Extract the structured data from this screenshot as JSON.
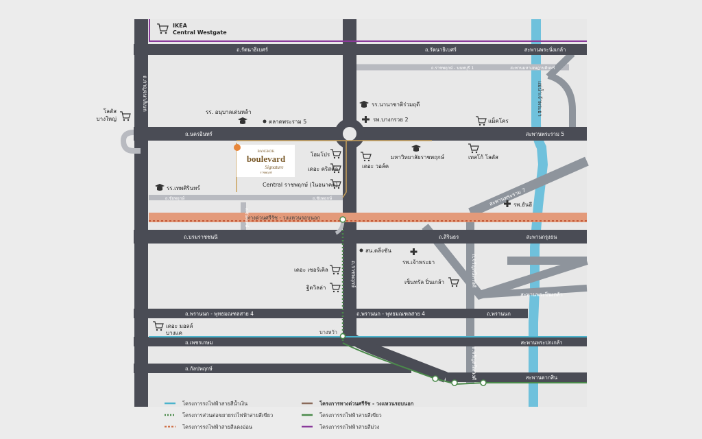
{
  "roads": {
    "ratanathibet_w": "ถ.รัตนาธิเบศร์",
    "ratanathibet_e": "ถ.รัตนาธิเบศร์",
    "bridge_phra_nang_klao": "สะพานพระนั่งเกล้า",
    "ratchaphruek_nonthaburi": "ถ.ราชพฤกษ์ - นนทบุรี 1",
    "bridge_maha_chetsadabodin": "สะพานมหาเจษฎาบดินทร์",
    "kanchanaphisek": "ถ.กาญจนาภิเษก",
    "nakhon_in": "ถ.นครอินทร์",
    "bridge_rama5": "สะพานพระราม 5",
    "chaiyaphruek_1": "ถ.ชัยพฤกษ์",
    "chaiyaphruek_2": "ถ.ชัยพฤกษ์",
    "bridge_rama7": "สะพานพระราม 7",
    "chaophraya": "แม่น้ำเจ้าพระยา",
    "borommaratchachonnani": "ถ.บรมราชชนนี",
    "sirindhorn": "ถ.สิรินธร",
    "bridge_krungthon": "สะพานกรุงธน",
    "ratchaphruek": "ถ.ราชพฤกษ์",
    "charansanitwong": "ถ.จรัญสนิทวงศ์",
    "bridge_pinklao": "สะพานพระปิ่นเกล้า",
    "phran_nok_w": "ถ.พรานนก - พุทธมณฑลสาย 4",
    "phran_nok_m": "ถ.พรานนก - พุทธมณฑลสาย 4",
    "phran_nok_e": "ถ.พรานนก",
    "phetkasem": "ถ.เพชรเกษม",
    "bridge_phrapokklao": "สะพานพระปกเกล้า",
    "kanlapaphruek": "ถ.กัลปพฤกษ์",
    "bridge_taksin": "สะพานตากสิน",
    "sirat_expressway": "ทางด่วนศรีรัช - วงแหวนรอบนอก",
    "side_road": "ถ.ชัยพฤกษ์"
  },
  "places": {
    "ikea": "IKEA",
    "central_westgate": "Central Westgate",
    "lotus_bangyai_1": "โลตัส",
    "lotus_bangyai_2": "บางใหญ่",
    "nanachat_school": "รร.นานาชาติร่วมฤดี",
    "anuban_school": "รร. อนุบาลเด่นหล้า",
    "rama5_market": "ตลาดพระราม 5",
    "bangkruai_hospital": "รพ.บางกรวย 2",
    "makro": "แม็คโคร",
    "homepro": "โฮมโปร",
    "christie": "เดอะ คริสตัล",
    "the_walk": "เดอะ วอล์ค",
    "ratchaphruek_univ": "มหาวิทยาลัยราชพฤกษ์",
    "tesco_lotus": "เทสโก้ โลตัส",
    "central_ratchaphruek": "Central ราชพฤกษ์ (ในอนาคต)",
    "thepsirin_school": "รร.เทพศิรินทร์",
    "yanhee_hospital": "รพ.ยันฮี",
    "taling_chan_station": "สน.ตลิ่งชัน",
    "chaophraya_hospital": "รพ.เจ้าพระยา",
    "the_circle": "เดอะ เซอร์เคิล",
    "central_pinklao": "เซ็นทรัล ปิ่นเกล้า",
    "tidvilla": "ฐิตวิลล่า",
    "the_mall_1": "เดอะ มอลล์",
    "the_mall_2": "บางแค",
    "bang_wa": "บางหว้า"
  },
  "project": {
    "top": "BANGKOK",
    "name": "boulevard",
    "script": "Signature",
    "sub": "ราชพฤกษ์"
  },
  "legend": [
    {
      "label": "โครงการรถไฟฟ้าสายสีน้ำเงิน",
      "color": "#4bb3cc",
      "style": "solid"
    },
    {
      "label": "โครงการส่วนต่อขยายรถไฟฟ้าสายสีเขียว",
      "color": "#4a8a4a",
      "style": "dotted"
    },
    {
      "label": "โครงการรถไฟฟ้าสายสีแดงอ่อน",
      "color": "#d0724a",
      "style": "dashed"
    },
    {
      "label": "โครงการทางด่วนศรีรัช - วงแหวนรอบนอก",
      "color": "#8a6a5a",
      "style": "solid"
    },
    {
      "label": "โครงการรถไฟฟ้าสายสีเขียว",
      "color": "#4a8a4a",
      "style": "solid"
    },
    {
      "label": "โครงการรถไฟฟ้าสายสีม่วง",
      "color": "#8a3a9a",
      "style": "solid"
    }
  ],
  "colors": {
    "background": "#ececec",
    "road": "#4a4c55",
    "light_road": "#b8bac0",
    "mid_road": "#8e949c",
    "river": "#6fc1dc",
    "expressway": "#e39a7a",
    "purple_line": "#8a3a9a",
    "blue_line": "#4bb3cc",
    "green_line": "#4a8a4a",
    "gold_accent": "#c9a15a"
  }
}
